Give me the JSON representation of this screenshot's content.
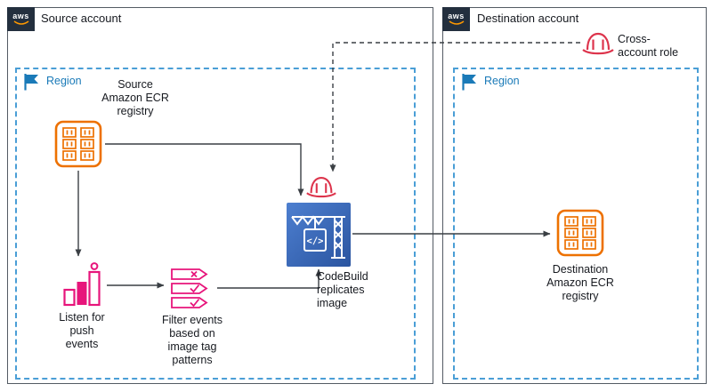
{
  "diagram": {
    "source_account": {
      "title": "Source account",
      "logo_text": "aws",
      "region": {
        "label": "Region"
      },
      "nodes": {
        "source_ecr": {
          "label": "Source\nAmazon ECR\nregistry"
        },
        "listen_events": {
          "label": "Listen for\npush\nevents"
        },
        "filter_events": {
          "label": "Filter events\nbased on\nimage tag\npatterns"
        },
        "codebuild": {
          "label": "CodeBuild\nreplicates\nimage",
          "glyph": "</>"
        }
      }
    },
    "destination_account": {
      "title": "Destination account",
      "logo_text": "aws",
      "region": {
        "label": "Region"
      },
      "nodes": {
        "destination_ecr": {
          "label": "Destination\nAmazon ECR\nregistry"
        }
      }
    },
    "cross_account_role": {
      "label": "Cross-\naccount role"
    },
    "colors": {
      "ecr_orange": "#ED7100",
      "events_pink": "#E7157B",
      "codebuild_blue": "#3B6FB5",
      "role_red": "#DD344C",
      "region_blue": "#2E8BC0",
      "aws_navy": "#232F3E",
      "connector": "#3A3F44"
    },
    "icons": [
      "aws-logo-icon",
      "region-flag-icon",
      "ecr-registry-icon",
      "listen-events-icon",
      "filter-events-icon",
      "codebuild-icon",
      "iam-role-hat-icon"
    ]
  }
}
